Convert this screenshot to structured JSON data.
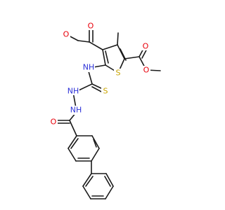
{
  "atoms": [
    {
      "id": "O1",
      "label": "O",
      "color": "#e8000b"
    },
    {
      "id": "O2",
      "label": "O",
      "color": "#e8000b"
    },
    {
      "id": "O3",
      "label": "O",
      "color": "#e8000b"
    },
    {
      "id": "O4",
      "label": "O",
      "color": "#e8000b"
    },
    {
      "id": "O5",
      "label": "O",
      "color": "#e8000b"
    },
    {
      "id": "S1",
      "label": "S",
      "color": "#c9a400"
    },
    {
      "id": "S2",
      "label": "S",
      "color": "#c9a400"
    },
    {
      "id": "N1",
      "label": "NH",
      "color": "#2b30d8"
    },
    {
      "id": "N2",
      "label": "NH",
      "color": "#2b30d8"
    },
    {
      "id": "N3",
      "label": "NH",
      "color": "#2b30d8"
    }
  ]
}
